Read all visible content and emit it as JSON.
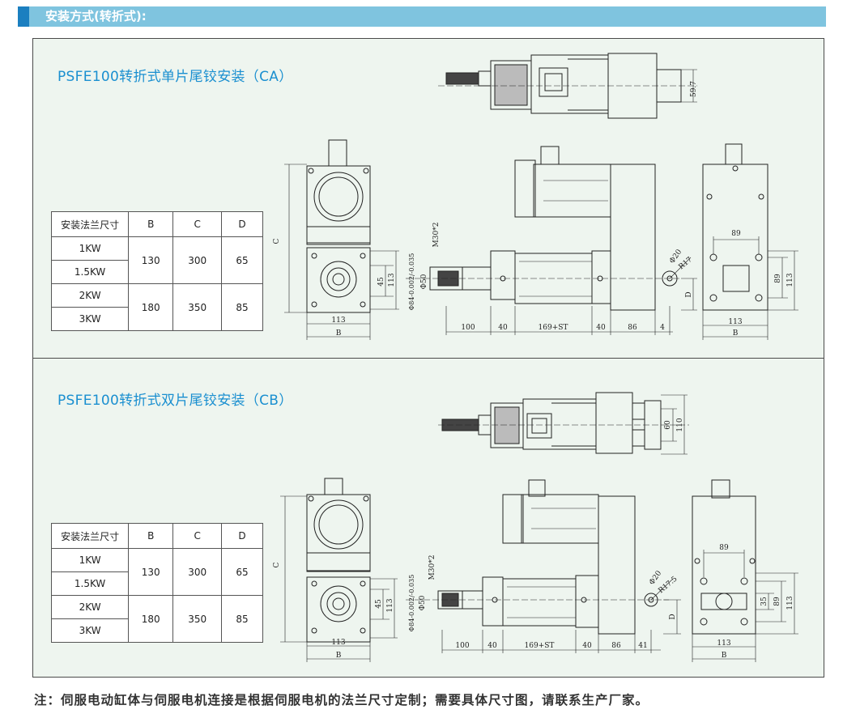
{
  "header": {
    "title": "安装方式(转折式):"
  },
  "sections": [
    {
      "title": "PSFE100转折式单片尾铰安装（CA）",
      "table": {
        "headers": [
          "安装法兰尺寸",
          "B",
          "C",
          "D"
        ],
        "rows": [
          [
            "1KW",
            "1.5KW"
          ],
          [
            "2KW",
            "3KW"
          ]
        ],
        "values": [
          [
            "130",
            "300",
            "65"
          ],
          [
            "180",
            "350",
            "85"
          ]
        ]
      },
      "dims": {
        "top_right": "59.7",
        "C": "C",
        "d45": "45",
        "d113v": "113",
        "d113h": "113",
        "B": "B",
        "m30": "M30*2",
        "phi84": "Φ84-0.002/-0.035",
        "phi50": "Φ50",
        "l100": "100",
        "l40a": "40",
        "l169": "169+ST",
        "l40b": "40",
        "l86": "86",
        "l4": "4",
        "r17": "R17",
        "phi20": "Φ20",
        "D": "D",
        "r89h": "89",
        "r89v": "89",
        "r113v": "113",
        "r113h": "113",
        "rB": "B"
      }
    },
    {
      "title": "PSFE100转折式双片尾铰安装（CB）",
      "table": {
        "headers": [
          "安装法兰尺寸",
          "B",
          "C",
          "D"
        ],
        "rows": [
          [
            "1KW",
            "1.5KW"
          ],
          [
            "2KW",
            "3KW"
          ]
        ],
        "values": [
          [
            "130",
            "300",
            "65"
          ],
          [
            "180",
            "350",
            "85"
          ]
        ]
      },
      "dims": {
        "top60": "60",
        "top110": "110",
        "C": "C",
        "d45": "45",
        "d113v": "113",
        "d113h": "113",
        "B": "B",
        "m30": "M30*2",
        "phi84": "Φ84-0.002/-0.035",
        "phi50": "Φ50",
        "l100": "100",
        "l40a": "40",
        "l169": "169+ST",
        "l40b": "40",
        "l86": "86",
        "l41": "41",
        "r175": "R17.5",
        "phi20": "Φ20",
        "D": "D",
        "r89h": "89",
        "r35": "35",
        "r89v": "89",
        "r113v": "113",
        "r113h": "113",
        "rB": "B"
      }
    }
  ],
  "footnote": "注：伺服电动缸体与伺服电机连接是根据伺服电机的法兰尺寸定制；需要具体尺寸图，请联系生产厂家。"
}
